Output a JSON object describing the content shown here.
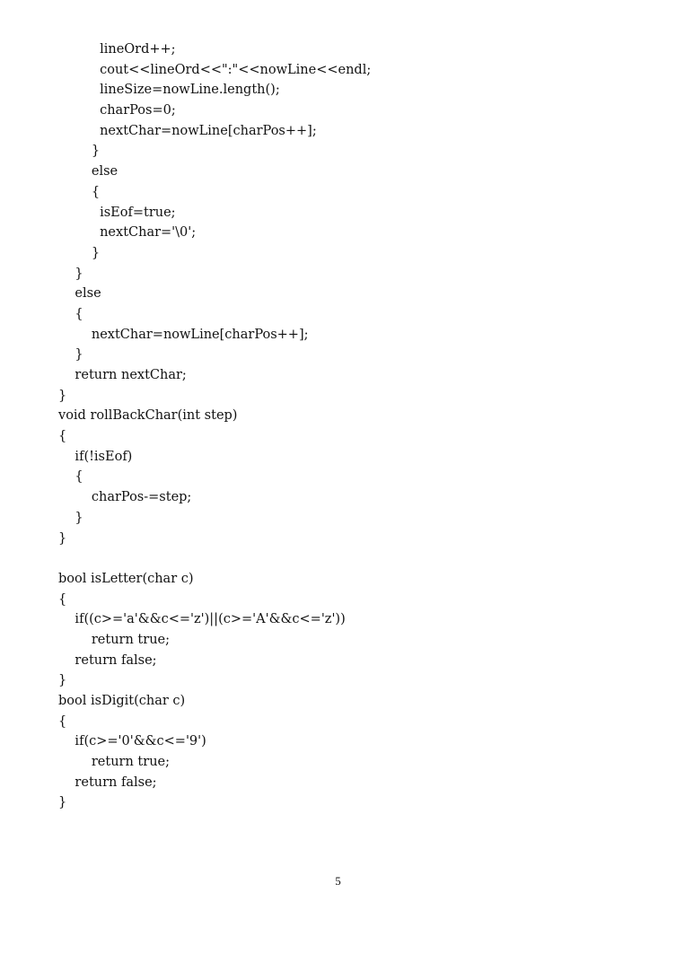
{
  "document": {
    "code_lines": [
      "          lineOrd++;",
      "          cout<<lineOrd<<\":\"<<nowLine<<endl;",
      "          lineSize=nowLine.length();",
      "          charPos=0;",
      "          nextChar=nowLine[charPos++];",
      "        }",
      "        else",
      "        {",
      "          isEof=true;",
      "          nextChar='\\0';",
      "        }",
      "    }",
      "    else",
      "    {",
      "        nextChar=nowLine[charPos++];",
      "    }",
      "    return nextChar;",
      "}",
      "void rollBackChar(int step)",
      "{",
      "    if(!isEof)",
      "    {",
      "        charPos-=step;",
      "    }",
      "}",
      "",
      "bool isLetter(char c)",
      "{",
      "    if((c>='a'&&c<='z')||(c>='A'&&c<='z'))",
      "        return true;",
      "    return false;",
      "}",
      "bool isDigit(char c)",
      "{",
      "    if(c>='0'&&c<='9')",
      "        return true;",
      "    return false;",
      "}"
    ],
    "page_number": "5"
  }
}
